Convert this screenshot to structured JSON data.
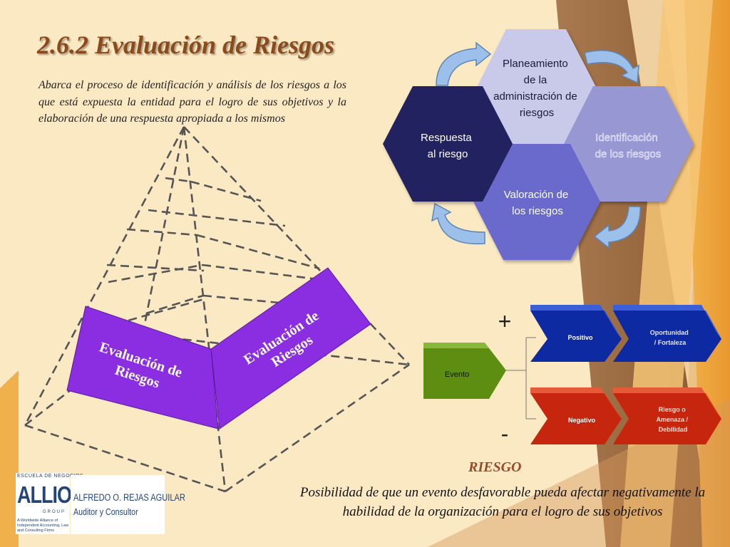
{
  "title": "2.6.2 Evaluación de Riesgos",
  "intro": "Abarca el proceso de identificación y análisis de los riesgos a  los que está expuesta la entidad para el logro de sus objetivos y la elaboración de una respuesta apropiada a los mismos",
  "pyramid": {
    "left_face_lines": [
      "Evaluación de",
      "Riesgos"
    ],
    "right_face_lines": [
      "Evaluación de",
      "Riesgos"
    ],
    "face_color": "#8b2de0"
  },
  "hexagons": [
    {
      "lines": [
        "Planeamiento",
        "de la",
        "administración de",
        "riesgos"
      ],
      "color": "#c9c9ea"
    },
    {
      "lines": [
        "Respuesta",
        "al riesgo"
      ],
      "color": "#232360"
    },
    {
      "lines": [
        "Identificación",
        "de los riesgos"
      ],
      "color": "#9797d4"
    },
    {
      "lines": [
        "Valoración de",
        "los riesgos"
      ],
      "color": "#6a6acd"
    }
  ],
  "event_diagram": {
    "event_label": "Evento",
    "plus_sign": "+",
    "minus_sign": "-",
    "positive": {
      "label": "Positivo",
      "outcome_lines": [
        "Oportunidad",
        "/ Fortaleza"
      ],
      "color": "#0d2aa3"
    },
    "negative": {
      "label": "Negativo",
      "outcome_lines": [
        "Riesgo o",
        "Amenaza /",
        "Debilidad"
      ],
      "color": "#c7260e"
    },
    "event_color": "#5d8e12"
  },
  "riesgo": {
    "heading": "RIESGO",
    "definition": "Posibilidad de que un evento desfavorable pueda afectar negativamente la habilidad de la organización para el logro de sus objetivos"
  },
  "logo": {
    "school": "ESCUELA DE NEGOCIOS",
    "brand": "ALLIOTT",
    "group": "GROUP",
    "tagline": "A Worldwide Alliance of Independent Accounting, Law and Consulting Firms",
    "name": "ALFREDO O. REJAS AGUILAR",
    "role": "Auditor y Consultor"
  },
  "colors": {
    "background": "#fbe9c3",
    "title": "#8a4a1c",
    "arrow": "#9cc0ea"
  }
}
